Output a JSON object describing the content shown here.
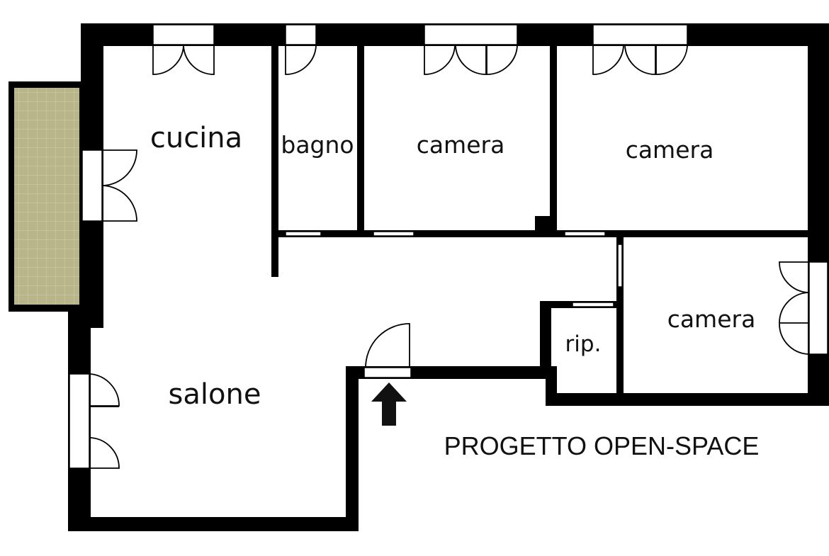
{
  "rooms": {
    "cucina": "cucina",
    "bagno": "bagno",
    "camera_1": "camera",
    "camera_2": "camera",
    "camera_3": "camera",
    "ripostiglio": "rip.",
    "salone": "salone"
  },
  "caption": "PROGETTO OPEN-SPACE",
  "colors": {
    "wall": "#000000",
    "balcony_fill": "#b8b58a",
    "background": "#ffffff"
  },
  "icons": {
    "entrance": "entrance-arrow-icon"
  }
}
